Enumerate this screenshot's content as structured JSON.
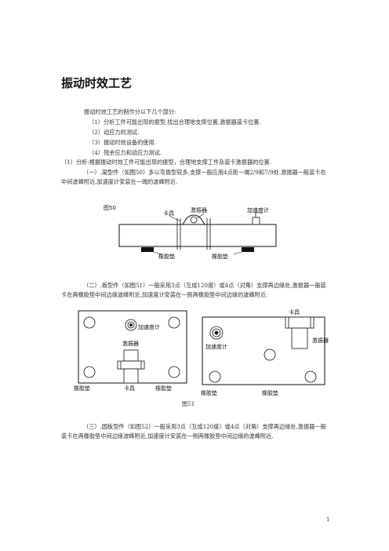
{
  "doc": {
    "title": "振动时效工艺",
    "intro": "振动时效工艺的制作分以下几个部分:",
    "items": [
      "（1）分析工件可能出现的振型,找出合理地支撑位置,激振器装卡位置.",
      "（2）动应力的测试.",
      "（3）振动时效设备的使用.",
      "（4）残余应力和动应力测试."
    ],
    "analysis": "（1）分析:根据振动时效工件可能出现的振型，合理地支撑工件及装卡激振器的位置.",
    "para1": "（一）.梁型件（如图50）多以弯振型较多,支撑一般应用4点距一端2/9和7/9处.激振器一般装卡在中间波峰附近,加速度计安装在一端的波峰附近.",
    "para2": "（二）.板型件（如图51）一般采用3点（互成120度）或4点（对角）支撑再边缘处,激振器一般装卡在两橡胶垫中间边缘波峰附近,加速度计安装在一侧两橡胶垫中间边缘的波峰附近.",
    "para3": "（三）.圆板型件（如图52）一般采用3点（互成120度）或4点（对角）支撑再边缘处,激振器一般装卡在两橡胶垫中间边缘波峰附近,加速度计安装在一侧两橡胶垫中间边缘的波峰附近.",
    "page_number": "1"
  },
  "fig50": {
    "label": "图50",
    "clamp": "卡具",
    "exciter": "激振器",
    "accelerometer": "加速度计",
    "pad_left": "橡胶垫",
    "pad_right": "橡胶垫"
  },
  "fig51": {
    "caption": "图51",
    "left_accel": "加速度计",
    "left_exciter": "激振器",
    "left_pad": "橡胶垫",
    "left_clamp": "卡具",
    "left_pad2": "橡胶垫",
    "right_clamp": "卡具",
    "right_accel": "加速度计",
    "right_exciter": "激振器",
    "right_pad": "橡胶垫",
    "right_pad2": "橡胶垫"
  }
}
